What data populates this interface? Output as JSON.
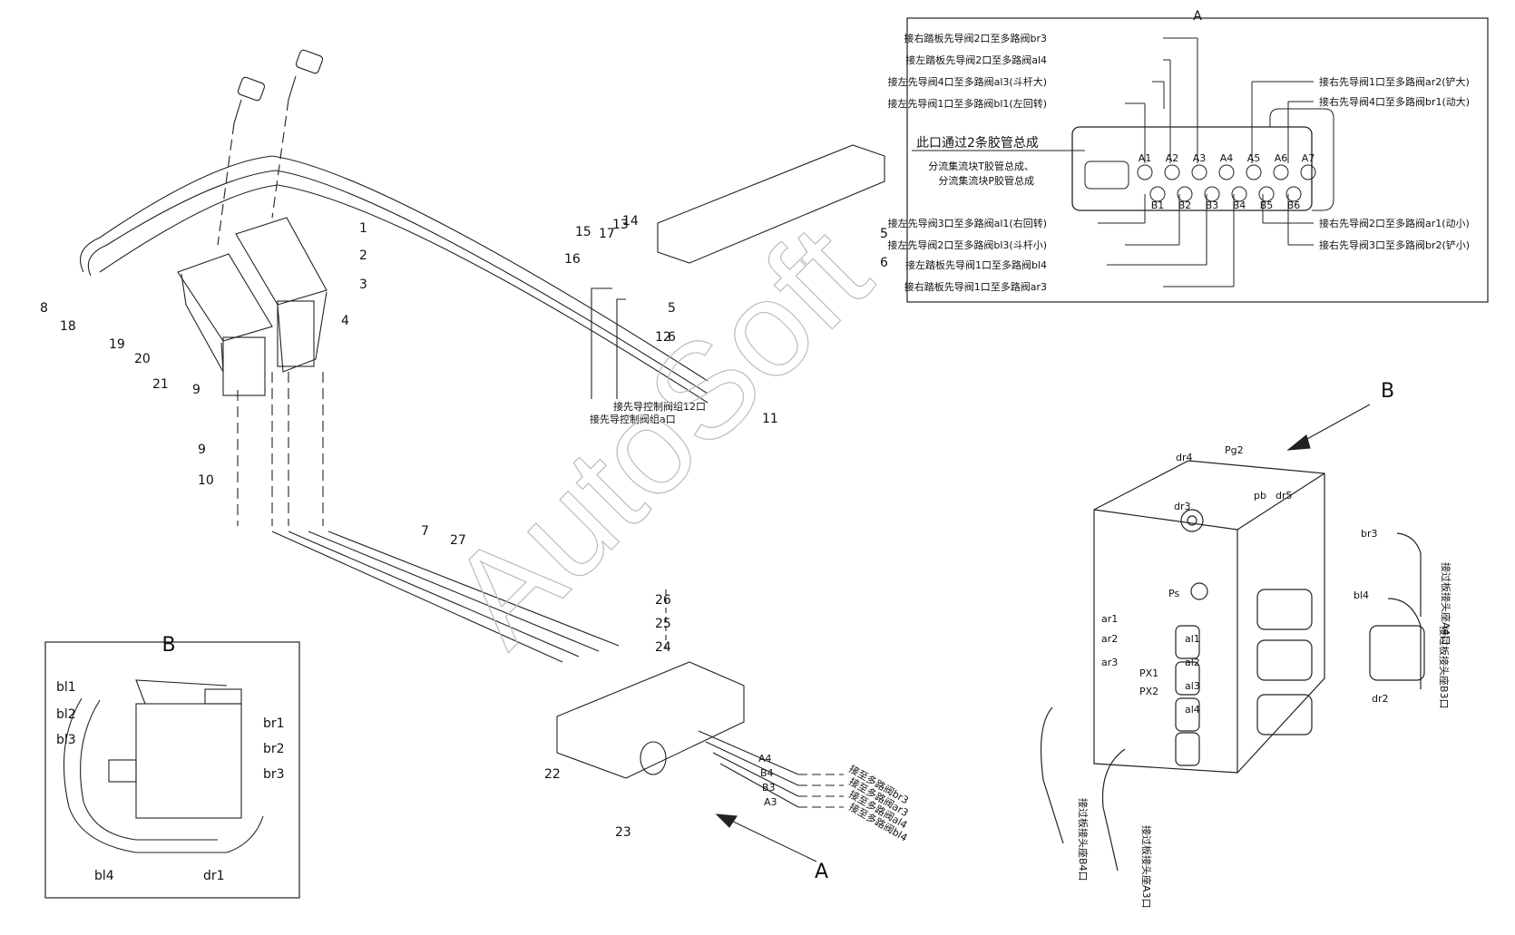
{
  "watermark": "AutoSoft",
  "part_numbers": [
    "1",
    "2",
    "3",
    "4",
    "5",
    "6",
    "5",
    "6",
    "7",
    "8",
    "9",
    "9",
    "10",
    "11",
    "12",
    "13",
    "14",
    "15",
    "16",
    "17",
    "18",
    "19",
    "20",
    "21",
    "22",
    "23",
    "24",
    "25",
    "26",
    "27"
  ],
  "view_a": {
    "title": "A",
    "note_main": "此口通过2条胶管总成",
    "note_sub1": "分流集流块T胶管总成、",
    "note_sub2": "分流集流块P胶管总成",
    "ports_top": [
      "A1",
      "A2",
      "A3",
      "A4",
      "A5",
      "A6",
      "A7"
    ],
    "ports_bottom": [
      "B1",
      "B2",
      "B3",
      "B4",
      "B5",
      "B6"
    ],
    "labels_left": [
      "接右踏板先导阀2口至多路阀br3",
      "接左踏板先导阀2口至多路阀al4",
      "接左先导阀4口至多路阀al3(斗杆大)",
      "接左先导阀1口至多路阀bl1(左回转)",
      "接左先导阀3口至多路阀al1(右回转)",
      "接左先导阀2口至多路阀bl3(斗杆小)",
      "接左踏板先导阀1口至多路阀bl4",
      "接右踏板先导阀1口至多路阀ar3"
    ],
    "labels_right": [
      "接右先导阀1口至多路阀ar2(铲大)",
      "接右先导阀4口至多路阀br1(动大)",
      "接右先导阀2口至多路阀ar1(动小)",
      "接右先导阀3口至多路阀br2(铲小)"
    ]
  },
  "view_b_main": {
    "title": "B",
    "port_labels": [
      "dr4",
      "Pg2",
      "dr3",
      "pb",
      "dr5",
      "br3",
      "bl4",
      "ar1",
      "ar2",
      "ar3",
      "Ps",
      "al1",
      "al2",
      "al3",
      "al4",
      "PX1",
      "PX2",
      "dr2"
    ],
    "hose_notes": [
      "接过板接头座A4口",
      "接过板接头座B3口",
      "接过板接头座B4口",
      "接过板接头座A3口"
    ]
  },
  "view_b_inset": {
    "title": "B",
    "labels": [
      "bl1",
      "bl2",
      "bl3",
      "bl4",
      "dr1",
      "br1",
      "br2",
      "br3"
    ]
  },
  "main_notes": {
    "pilot_a": "接先导控制阀组12口",
    "pilot_b": "接先导控制阀组a口",
    "bottom_arrow_label": "A",
    "plate_ports": [
      "A4",
      "B4",
      "B3",
      "A3"
    ],
    "plate_notes": [
      "接至多路阀br3",
      "接至多路阀ar3",
      "接至多路阀al4",
      "接至多路阀bl4"
    ]
  }
}
